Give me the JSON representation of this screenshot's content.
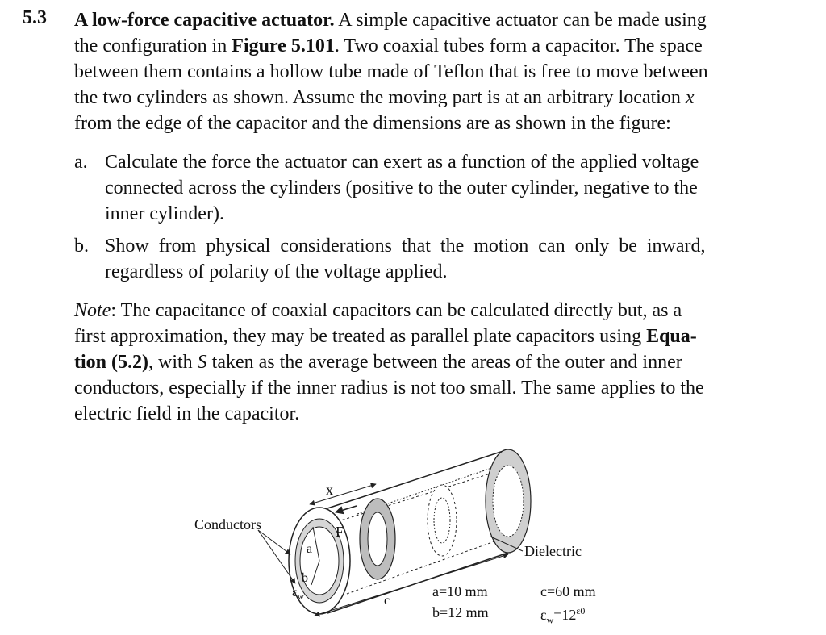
{
  "problem": {
    "number": "5.3",
    "title": "A low-force capacitive actuator.",
    "intro_lines": [
      " A simple capacitive actuator can be made using",
      "the configuration in ",
      "Figure 5.101",
      ". Two coaxial tubes form a capacitor. The space",
      "between them contains a hollow tube made of Teflon that is free to move between",
      "the two cylinders as shown. Assume the moving part is at an arbitrary location ",
      "x",
      "from the edge of the capacitor and the dimensions are as shown in the figure:"
    ],
    "items": [
      {
        "marker": "a.",
        "lines": [
          "Calculate the force the actuator can exert as a function of the applied voltage",
          "connected across the cylinders (positive to the outer cylinder, negative to the",
          "inner cylinder)."
        ]
      },
      {
        "marker": "b.",
        "lines": [
          "Show from physical considerations that the motion can only be inward,",
          "regardless of polarity of the voltage applied."
        ]
      }
    ],
    "note": {
      "label": "Note",
      "line1": ": The capacitance of coaxial capacitors can be calculated directly but, as a",
      "line2a": "first approximation, they may be treated as parallel plate capacitors using ",
      "line2b": "Equa-",
      "line3a": "tion (5.2)",
      "line3b": ", with ",
      "line3c": "S",
      "line3d": " taken as the average between the areas of the outer and inner",
      "line4": "conductors, especially if the inner radius is not too small. The same applies to the",
      "line5": "electric field in the capacitor."
    }
  },
  "figure": {
    "labels": {
      "conductors": "Conductors",
      "x": "x",
      "F": "F",
      "a": "a",
      "b": "b",
      "epsilon_w": "ε",
      "epsilon_w_sub": "w",
      "c": "c",
      "dielectric": "Dielectric",
      "dim_a": "a=10 mm",
      "dim_b": "b=12 mm",
      "dim_c": "c=60 mm",
      "eps_w_prefix": "ε",
      "eps_w_sub": "w",
      "eps_w_eq": "=12",
      "eps_w_sup": "ε0"
    }
  }
}
